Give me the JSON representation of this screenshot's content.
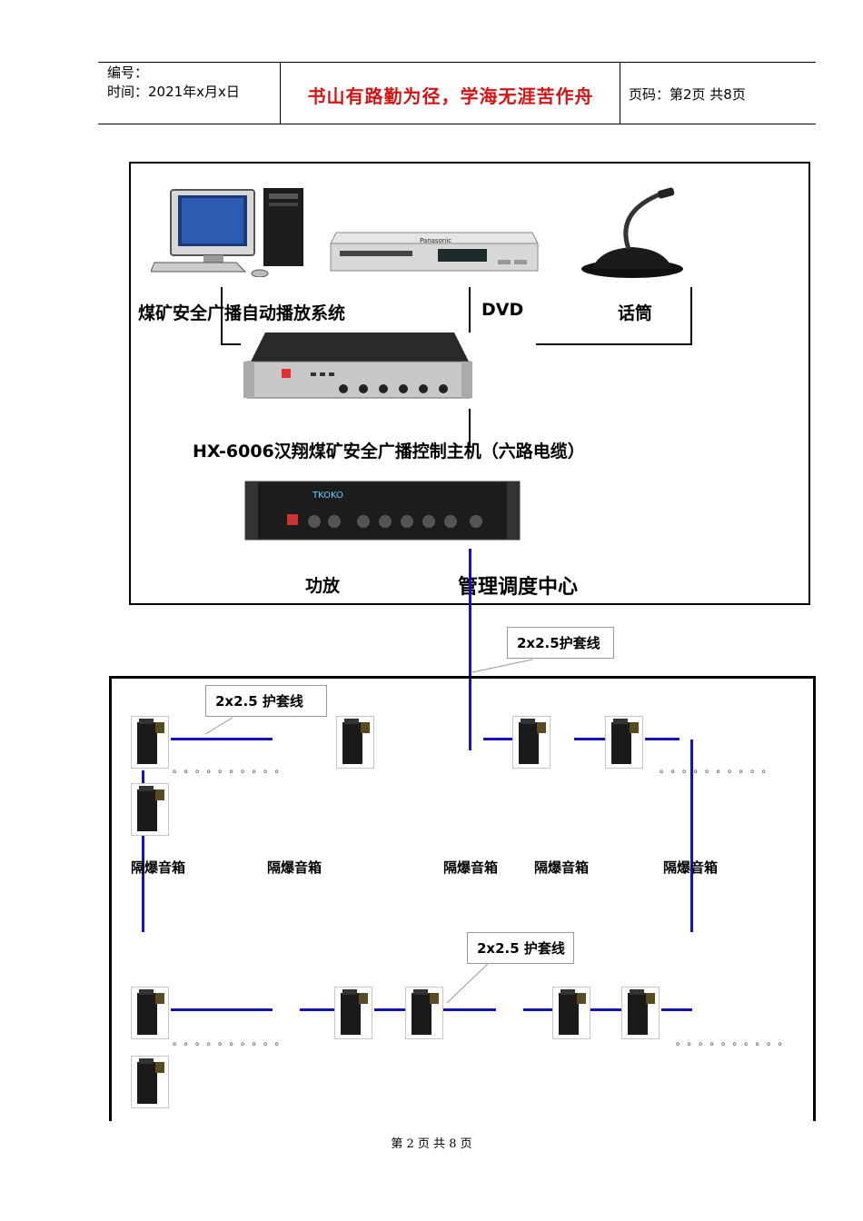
{
  "header": {
    "number_label": "编号：",
    "time_label": "时间：2021年x月x日",
    "motto": "书山有路勤为径，学海无涯苦作舟",
    "page_info": "页码：第2页  共8页"
  },
  "diagram": {
    "pc_label": "煤矿安全广播自动播放系统",
    "dvd_label": "DVD",
    "mic_label": "话筒",
    "host_label": "HX-6006汉翔煤矿安全广播控制主机（六路电缆）",
    "amp_label": "功放",
    "center_label": "管理调度中心",
    "cable_label_top": "2x2.5护套线",
    "cable_label_row1": "2x2.5 护套线",
    "cable_label_row2": "2x2.5 护套线",
    "speaker_label": "隔爆音箱",
    "dots_text": "。。。。。。。。。。",
    "device_text_dvd": "Panasonic",
    "device_text_amp": "TKOKO"
  },
  "footer": {
    "page_text": "第 2 页 共 8 页"
  },
  "colors": {
    "motto": "#d11515",
    "cable": "#1414b4"
  }
}
